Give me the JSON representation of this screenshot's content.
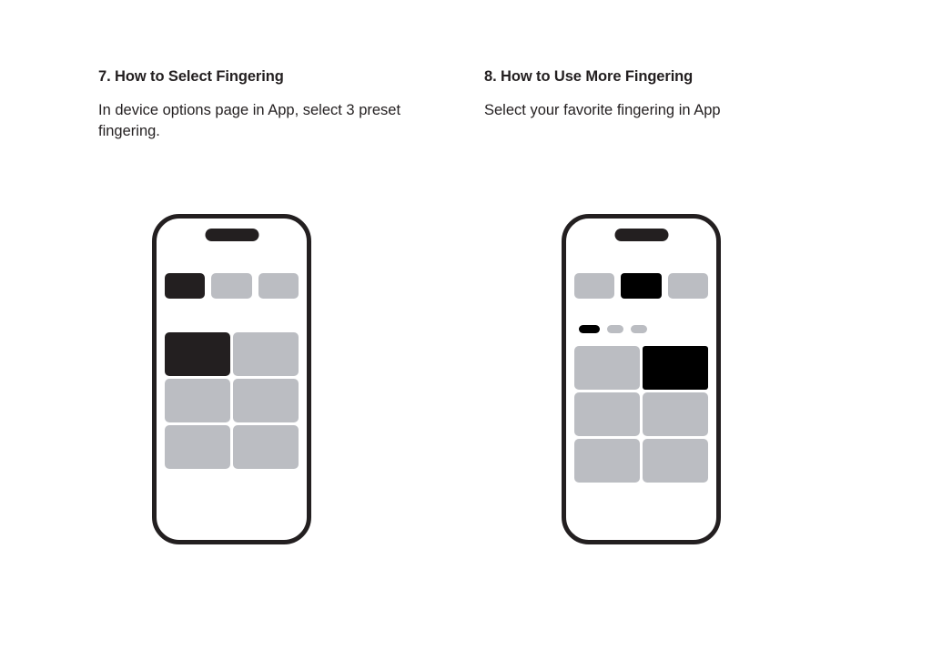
{
  "page": {
    "background_color": "#ffffff",
    "text_color": "#231f20"
  },
  "palette": {
    "frame": "#231f20",
    "inactive_tile": "#bbbdc2",
    "active_dark": "#231f20",
    "active_black": "#000000"
  },
  "steps": [
    {
      "heading": "7. How to Select Fingering",
      "body": "In device options page in App, select 3 preset fingering."
    },
    {
      "heading": "8. How to Use More Fingering",
      "body": "Select your favorite fingering in App"
    }
  ],
  "phone_left": {
    "notch": "dynamic-island",
    "tabs": [
      {
        "state": "active"
      },
      {
        "state": "inactive"
      },
      {
        "state": "inactive"
      }
    ],
    "grid": [
      {
        "state": "active"
      },
      {
        "state": "inactive"
      },
      {
        "state": "inactive"
      },
      {
        "state": "inactive"
      },
      {
        "state": "inactive"
      },
      {
        "state": "inactive"
      }
    ]
  },
  "phone_right": {
    "notch": "dynamic-island",
    "tabs": [
      {
        "state": "inactive"
      },
      {
        "state": "active"
      },
      {
        "state": "inactive"
      }
    ],
    "pills": [
      {
        "state": "active",
        "size": "large"
      },
      {
        "state": "inactive",
        "size": "small"
      },
      {
        "state": "inactive",
        "size": "small"
      }
    ],
    "grid": [
      {
        "state": "inactive"
      },
      {
        "state": "active"
      },
      {
        "state": "inactive"
      },
      {
        "state": "inactive"
      },
      {
        "state": "inactive"
      },
      {
        "state": "inactive"
      }
    ]
  }
}
